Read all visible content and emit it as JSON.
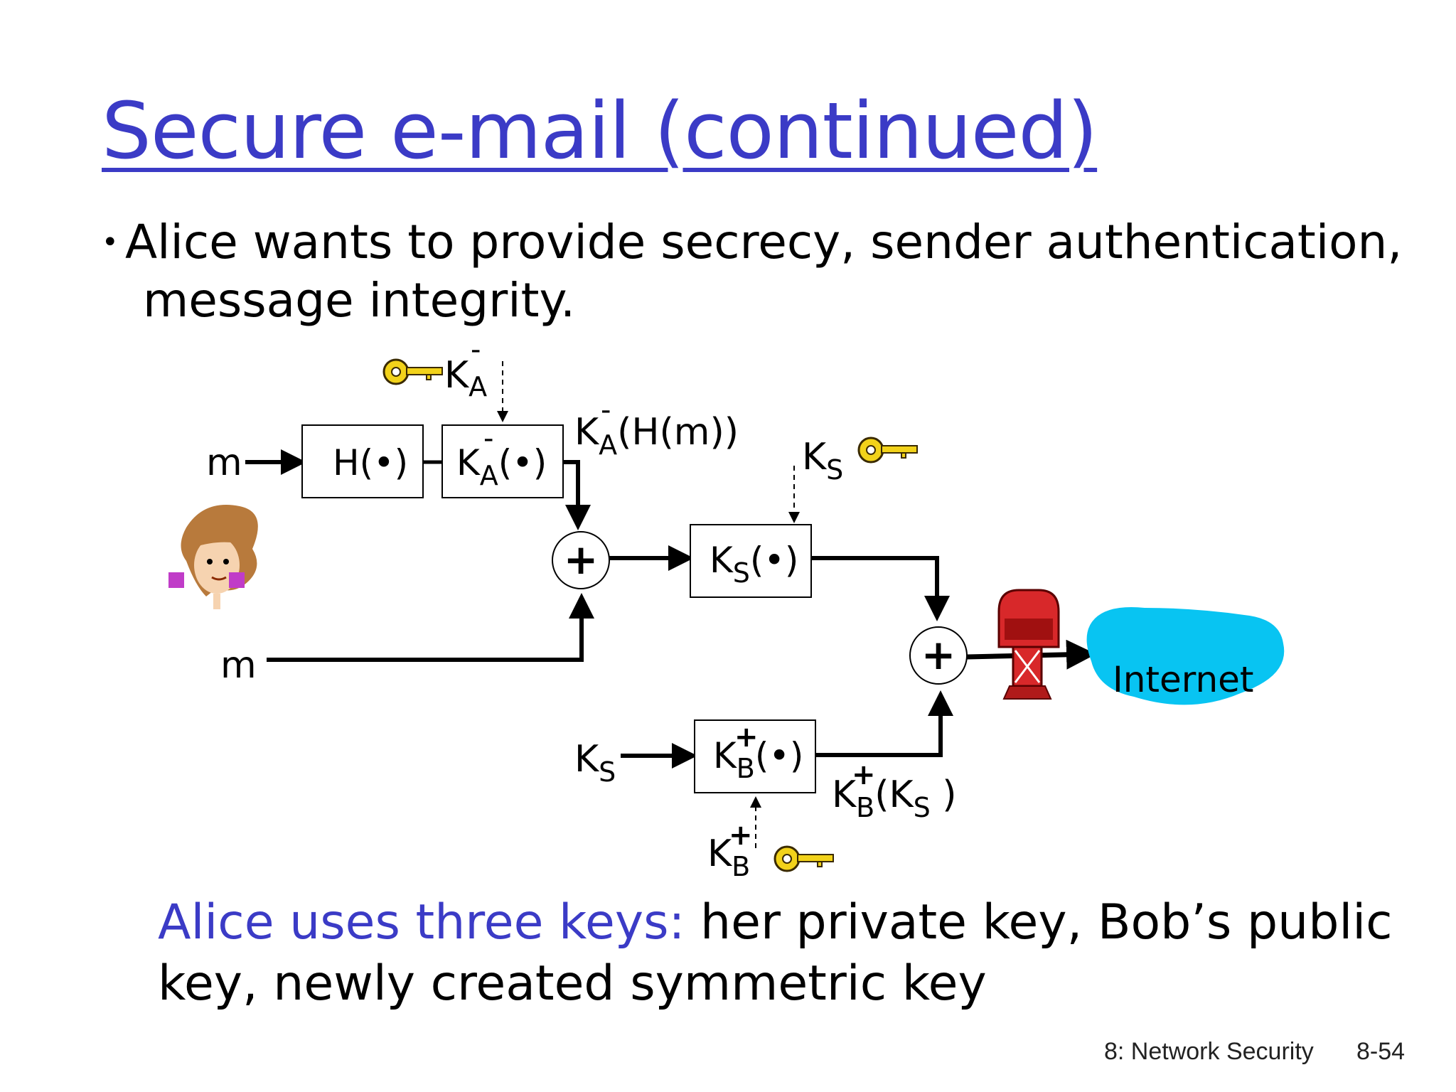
{
  "title": "Secure e-mail (continued)",
  "bullet": {
    "line1": "Alice wants to provide secrecy, sender authentication,",
    "line2": "message integrity."
  },
  "diagram": {
    "m_top": "m",
    "m_bottom": "m",
    "hash_box": "H(•)",
    "alice_private_key": {
      "base": "K",
      "sup": "-",
      "sub": "A"
    },
    "sign_box": {
      "base": "K",
      "sup": "-",
      "sub": "A",
      "rest": "(•)"
    },
    "signed_hash": {
      "base": "K",
      "sup": "-",
      "sub": "A",
      "rest": "(H(m))"
    },
    "session_key_label": {
      "base": "K",
      "sub": "S"
    },
    "session_encrypt_box": {
      "base": "K",
      "sub": "S",
      "rest": "(•)"
    },
    "ks_input": {
      "base": "K",
      "sub": "S"
    },
    "bob_encrypt_box": {
      "base": "K",
      "sup": "+",
      "sub": "B",
      "rest": "(•)"
    },
    "encrypted_session_key": {
      "base": "K",
      "sup": "+",
      "sub": "B",
      "rest1": "(K",
      "rest_sub": "S",
      "rest2": " )"
    },
    "bob_public_key": {
      "base": "K",
      "sup": "+",
      "sub": "B"
    },
    "plus_symbol": "+",
    "internet_label": "Internet",
    "colors": {
      "cloud": "#08c4f2",
      "key": "#f2d21a",
      "mailbox": "#d8282a"
    }
  },
  "summary": {
    "highlight": "Alice uses three keys:",
    "rest1": " her private key, Bob’s public",
    "line2": "key, newly created symmetric key"
  },
  "footer": {
    "chapter": "8: Network Security",
    "page": "8-54"
  },
  "colors": {
    "accent": "#3b3bc6"
  }
}
